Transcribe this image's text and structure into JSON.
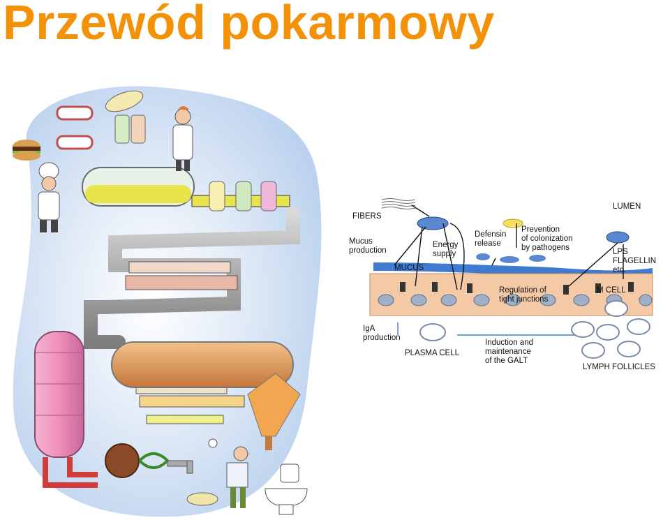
{
  "title": "Przewód pokarmowy",
  "colors": {
    "title": "#f39208",
    "mucus": "#3f7bd0",
    "epithelium": "#f4c9a6",
    "cell_nucleus": "#9fb0c8",
    "pink_tank": "#ef8fb8",
    "chyme": "#d9863f"
  },
  "icons": [
    "chef",
    "burger",
    "dentures",
    "pouring-jar",
    "scientist",
    "flasks",
    "pipes",
    "pink-tank",
    "pump",
    "faucet",
    "toilet",
    "reading-man",
    "bacterium",
    "clock"
  ],
  "diagram": {
    "fibers": "FIBERS",
    "lumen": "LUMEN",
    "mucus_production": "Mucus\nproduction",
    "energy_supply": "Energy\nsupply",
    "defensin_release": "Defensin\nrelease",
    "prevention": "Prevention\nof colonization\nby pathogens",
    "lps": "LPS\nFLAGELLIN\netc.",
    "mucus": "MUCUS",
    "tight_junctions": "Regulation of\ntight junctions",
    "m_cell": "M CELL",
    "iga": "IgA\nproduction",
    "plasma_cell": "PLASMA CELL",
    "induction": "Induction and\nmaintenance\nof the GALT",
    "lymph_follicles": "LYMPH FOLLICLES"
  }
}
